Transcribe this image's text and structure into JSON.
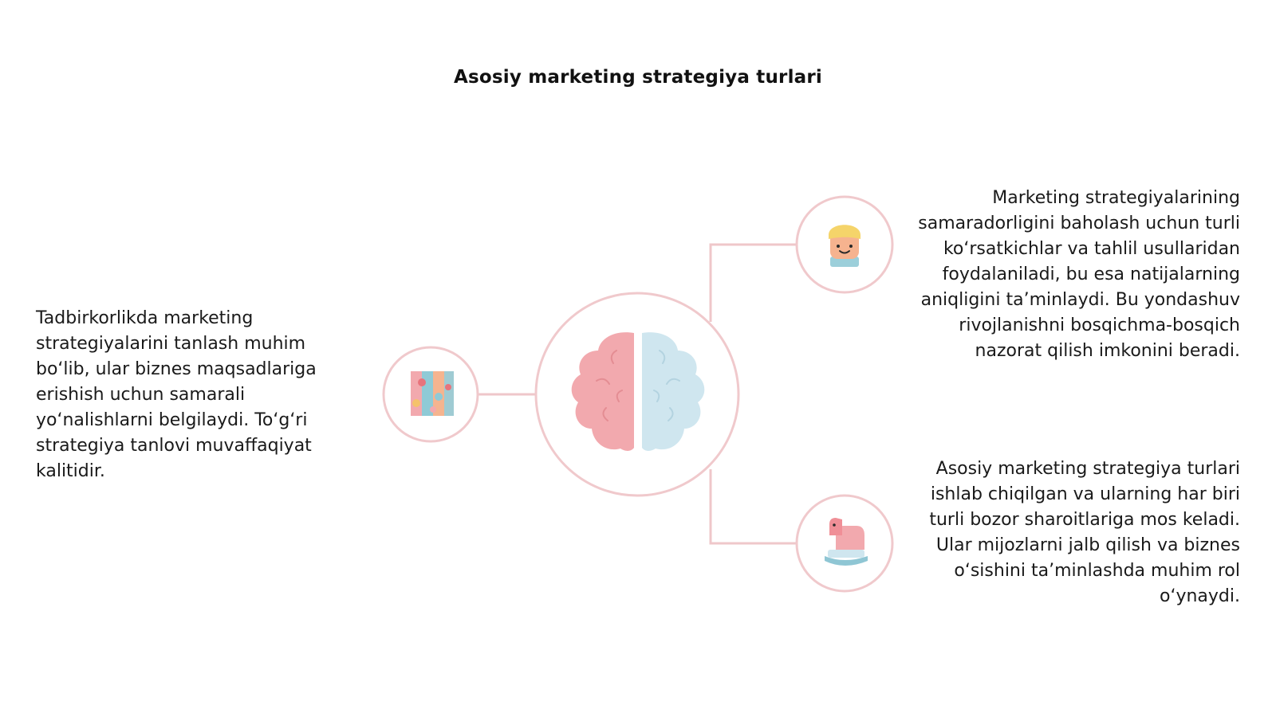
{
  "title": "Asosiy marketing strategiya turlari",
  "left_text": "Tadbirkorlikda marketing strategiyalarini tanlash muhim bo‘lib, ular biznes maqsadlariga erishish uchun samarali yo‘nalishlarni belgilaydi. To‘g‘ri strategiya tanlovi muvaffaqiyat kalitidir.",
  "right_text_1": "Marketing strategiyalarining samaradorligini baholash uchun turli ko‘rsatkichlar va tahlil usullaridan foydalaniladi, bu esa natijalarning aniqligini ta’minlaydi. Bu yondashuv rivojlanishni bosqichma-bosqich nazorat qilish imkonini beradi.",
  "right_text_2": "Asosiy marketing strategiya turlari ishlab chiqilgan va ularning har biri turli bozor sharoitlariga mos keladi. Ular mijozlarni jalb qilish va biznes o‘sishini ta’minlashda muhim rol o‘ynaydi.",
  "icons": {
    "center": "brain-icon",
    "left": "puzzle-icon",
    "top_right": "person-icon",
    "bottom_right": "rocking-horse-icon"
  },
  "colors": {
    "ring": "#f0c9cc",
    "connector": "#efc7ca",
    "brain_left": "#f2a9ae",
    "brain_right": "#cfe6ef"
  }
}
